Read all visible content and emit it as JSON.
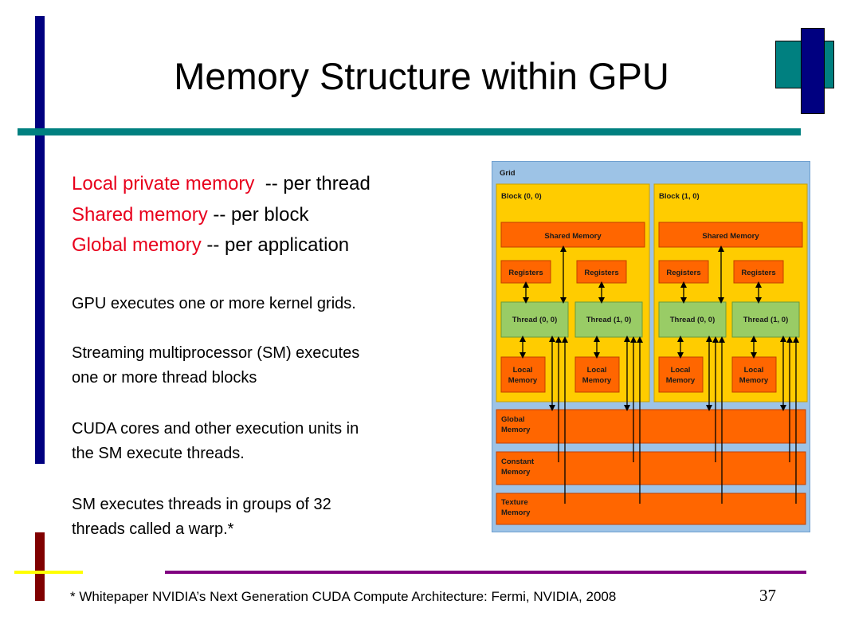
{
  "slide": {
    "title": "Memory Structure within GPU",
    "slide_number": "37",
    "footnote": "* Whitepaper NVIDIA’s Next Generation CUDA Compute Architecture: Fermi, NVIDIA, 2008",
    "colors": {
      "navy": "#000080",
      "teal": "#008080",
      "maroon": "#800000",
      "yellow": "#ffff00",
      "purple": "#800080",
      "red_text": "#e8001c"
    }
  },
  "memory_lines": [
    {
      "red": "Local private memory",
      "black": "  -- per thread"
    },
    {
      "red": "Shared memory",
      "black": " -- per block"
    },
    {
      "red": "Global memory",
      "black": " -- per application"
    }
  ],
  "notes": [
    "GPU executes one or more kernel grids.",
    "Streaming multiprocessor (SM) executes",
    "one or more thread blocks",
    "CUDA cores and other execution units in",
    "the SM execute threads.",
    "SM executes threads in groups of 32",
    "threads called a warp.*"
  ],
  "diagram": {
    "grid_label": "Grid",
    "blocks": [
      {
        "label": "Block (0, 0)",
        "shared": "Shared Memory",
        "registers": [
          "Registers",
          "Registers"
        ],
        "threads": [
          "Thread (0, 0)",
          "Thread (1, 0)"
        ],
        "local": [
          "Local",
          "Memory"
        ]
      },
      {
        "label": "Block (1, 0)",
        "shared": "Shared Memory",
        "registers": [
          "Registers",
          "Registers"
        ],
        "threads": [
          "Thread (0, 0)",
          "Thread (1, 0)"
        ],
        "local": [
          "Local",
          "Memory"
        ]
      }
    ],
    "global": [
      "Global",
      "Memory"
    ],
    "constant": [
      "Constant",
      "Memory"
    ],
    "texture": [
      "Texture",
      "Memory"
    ],
    "colors": {
      "grid_bg": "#9dc3e6",
      "block_bg": "#ffcc00",
      "memory": "#ff6600",
      "thread": "#99cc66"
    }
  }
}
